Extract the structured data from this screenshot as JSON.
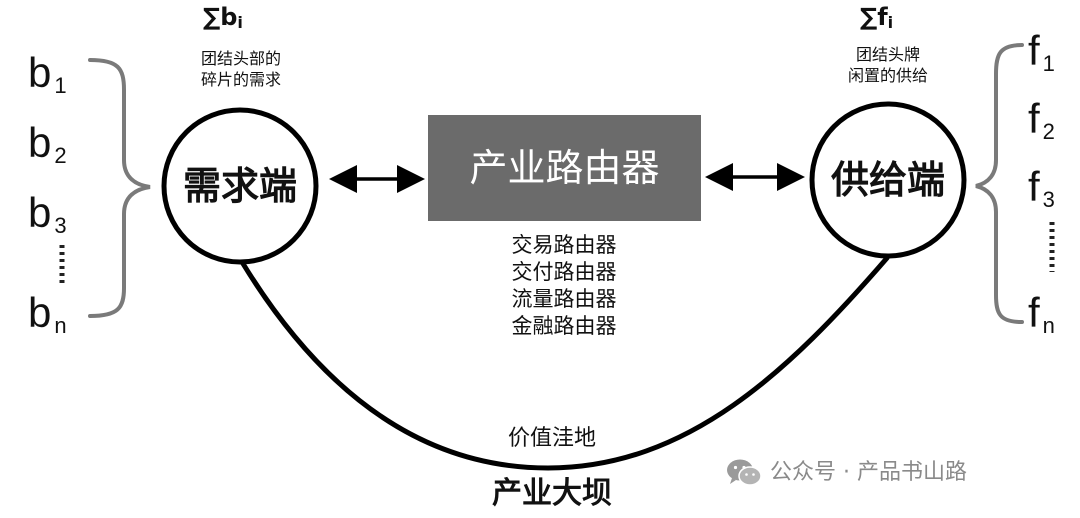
{
  "demand_side": {
    "label": "需求端",
    "sum_symbol": "∑b",
    "sum_subscript": "i",
    "caption_lines": [
      "团结头部的",
      "碎片的需求"
    ],
    "items": [
      {
        "letter": "b",
        "sub": "1"
      },
      {
        "letter": "b",
        "sub": "2"
      },
      {
        "letter": "b",
        "sub": "3"
      },
      {
        "letter": "b",
        "sub": "n"
      }
    ]
  },
  "supply_side": {
    "label": "供给端",
    "sum_symbol": "∑f",
    "sum_subscript": "i",
    "caption_lines": [
      "团结头牌",
      "闲置的供给"
    ],
    "items": [
      {
        "letter": "f",
        "sub": "1"
      },
      {
        "letter": "f",
        "sub": "2"
      },
      {
        "letter": "f",
        "sub": "3"
      },
      {
        "letter": "f",
        "sub": "n"
      }
    ]
  },
  "router": {
    "label": "产业路由器",
    "types": [
      "交易路由器",
      "交付路由器",
      "流量路由器",
      "金融路由器"
    ]
  },
  "valley_label": "价值洼地",
  "dam_label": "产业大坝",
  "watermark": {
    "icon": "wechat-icon",
    "text": "公众号 · 产品书山路"
  },
  "colors": {
    "router_box": "#6b6b6b",
    "bracket": "#7a7a7a",
    "line": "#000000"
  }
}
